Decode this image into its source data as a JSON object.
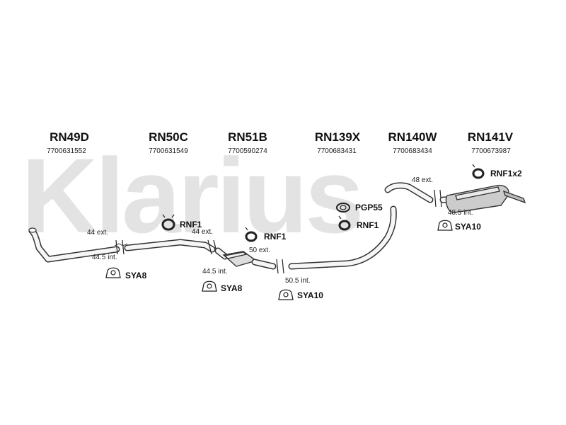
{
  "watermark": "Klarius",
  "parts": [
    {
      "code": "RN49D",
      "number": "7700631552"
    },
    {
      "code": "RN50C",
      "number": "7700631549"
    },
    {
      "code": "RN51B",
      "number": "7700590274"
    },
    {
      "code": "RN139X",
      "number": "7700683431"
    },
    {
      "code": "RN140W",
      "number": "7700683434"
    },
    {
      "code": "RN141V",
      "number": "7700673987"
    }
  ],
  "dimensions": [
    "44 ext.",
    "44.5 int.",
    "44 ext.",
    "44.5 int.",
    "50 ext.",
    "50.5 int.",
    "48 ext.",
    "48.5 int."
  ],
  "accessories": [
    "RNF1",
    "RNF1",
    "PGP55",
    "RNF1",
    "RNF1x2",
    "SYA8",
    "SYA8",
    "SYA10",
    "SYA10"
  ]
}
